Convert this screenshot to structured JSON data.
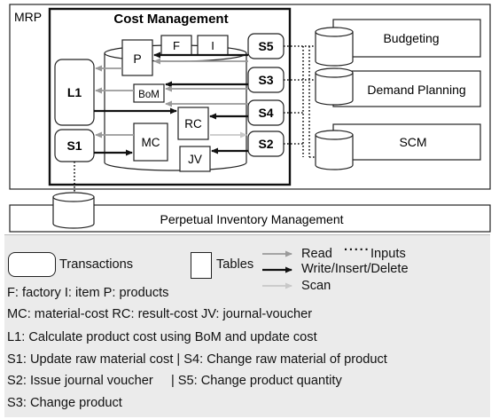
{
  "diagram": {
    "mrp_label": "MRP",
    "cost_mgmt_title": "Cost Management",
    "tables": {
      "p": "P",
      "f": "F",
      "i": "I",
      "bom": "BoM",
      "rc": "RC",
      "mc": "MC",
      "jv": "JV"
    },
    "transactions": {
      "l1": "L1",
      "s1": "S1",
      "s2": "S2",
      "s3": "S3",
      "s4": "S4",
      "s5": "S5"
    },
    "systems": {
      "budgeting": "Budgeting",
      "demand_planning": "Demand Planning",
      "scm": "SCM",
      "perpetual_inventory": "Perpetual Inventory Management"
    }
  },
  "legend": {
    "transactions": "Transactions",
    "tables": "Tables",
    "read": "Read",
    "inputs": "Inputs",
    "write": "Write/Insert/Delete",
    "scan": "Scan",
    "abbrev_line1": "F: factory  I: item  P: products",
    "abbrev_line2": "MC: material-cost  RC: result-cost  JV: journal-voucher",
    "l1_desc": "L1: Calculate product cost using BoM and update cost",
    "s1_s4_desc": "S1: Update raw material cost | S4: Change raw material of product",
    "s2_s5_desc": "S2: Issue journal voucher     | S5: Change product quantity",
    "s3_desc": "S3: Change product"
  },
  "colors": {
    "read": "#9a9a9a",
    "write": "#111111",
    "scan": "#c8c8c8",
    "panel": "#ebebeb"
  }
}
